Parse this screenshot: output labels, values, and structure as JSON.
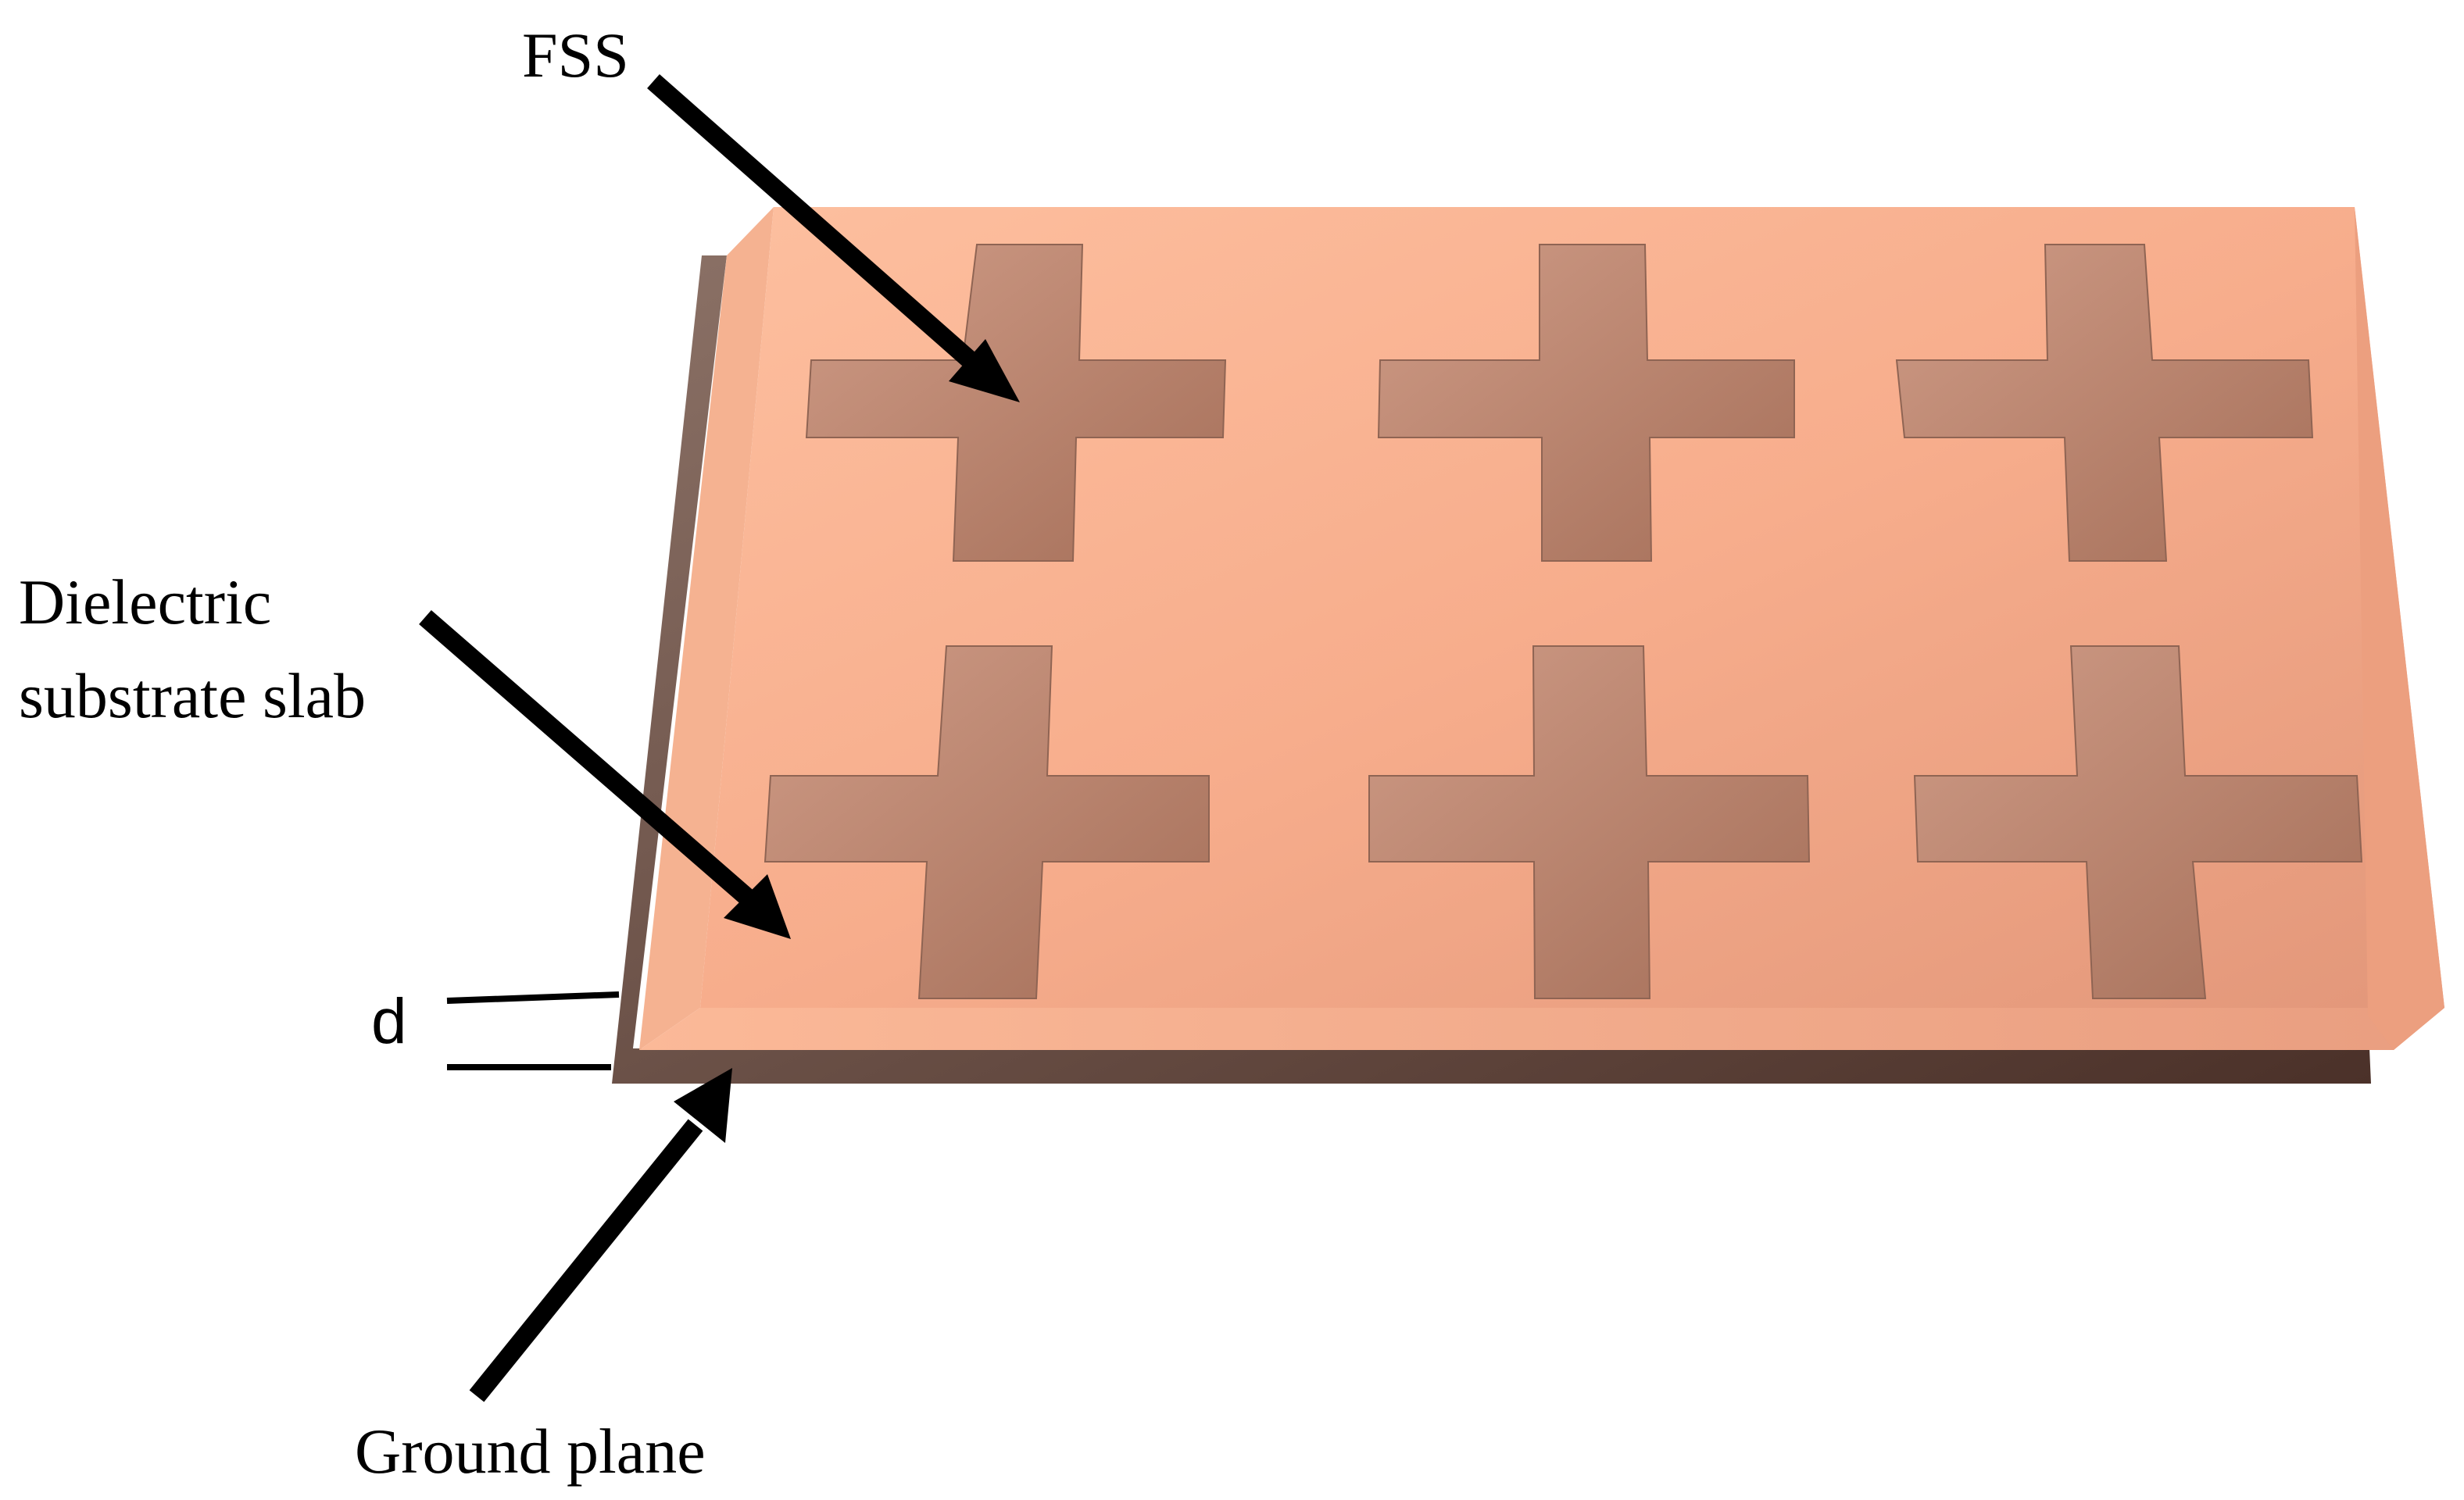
{
  "labels": {
    "fss": "FSS",
    "dielectric_line1": "Dielectric",
    "dielectric_line2": "substrate slab",
    "thickness": "d",
    "ground_plane": "Ground plane"
  },
  "colors": {
    "slab_top_light": "#fdbf9f",
    "slab_top_mid": "#f7ad8c",
    "slab_top_dark": "#e2977a",
    "slab_edge": "#f4b08f",
    "ground_light": "#8b7166",
    "ground_dark": "#4b3129",
    "cross_light": "#cf9b86",
    "cross_dark": "#a56f59",
    "arrow": "#000000"
  },
  "fss_grid": {
    "rows": 2,
    "columns": 3
  }
}
